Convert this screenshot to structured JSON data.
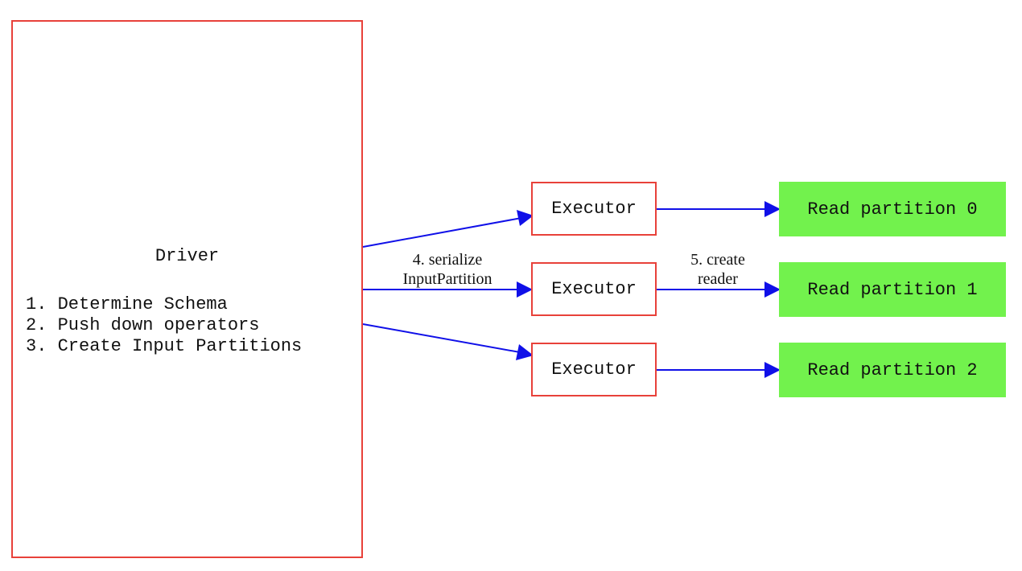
{
  "colors": {
    "node_border": "#e8413a",
    "edge": "#1010e8",
    "partition_fill": "#72f24d",
    "text": "#111111",
    "background": "#ffffff"
  },
  "driver": {
    "title": "Driver",
    "steps": "1. Determine Schema\n2. Push down operators\n3. Create Input Partitions"
  },
  "executors": [
    {
      "label": "Executor"
    },
    {
      "label": "Executor"
    },
    {
      "label": "Executor"
    }
  ],
  "partitions": [
    {
      "label": "Read partition 0"
    },
    {
      "label": "Read partition 1"
    },
    {
      "label": "Read partition 2"
    }
  ],
  "edge_labels": {
    "serialize": "4. serialize\nInputPartition",
    "create_reader": "5. create\nreader"
  }
}
